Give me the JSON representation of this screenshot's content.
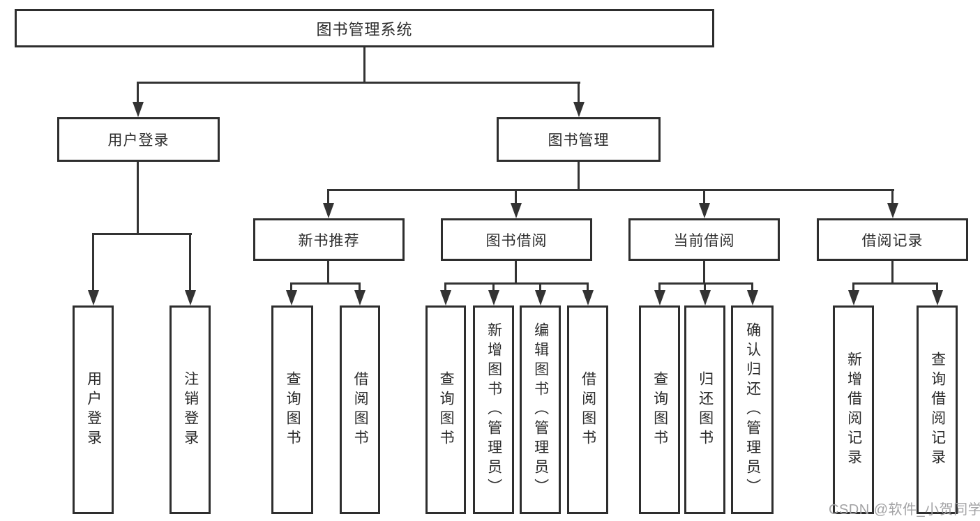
{
  "diagram": {
    "root": "图书管理系统",
    "branches": [
      {
        "label": "用户登录",
        "children": [
          "用户登录",
          "注销登录"
        ]
      },
      {
        "label": "图书管理",
        "children": [
          {
            "label": "新书推荐",
            "children": [
              "查询图书",
              "借阅图书"
            ]
          },
          {
            "label": "图书借阅",
            "children": [
              "查询图书",
              "新增图书（管理员）",
              "编辑图书（管理员）",
              "借阅图书"
            ]
          },
          {
            "label": "当前借阅",
            "children": [
              "查询图书",
              "归还图书",
              "确认归还（管理员）"
            ]
          },
          {
            "label": "借阅记录",
            "children": [
              "新增借阅记录",
              "查询借阅记录"
            ]
          }
        ]
      }
    ]
  },
  "watermark": "CSDN @软件_小贺同学"
}
